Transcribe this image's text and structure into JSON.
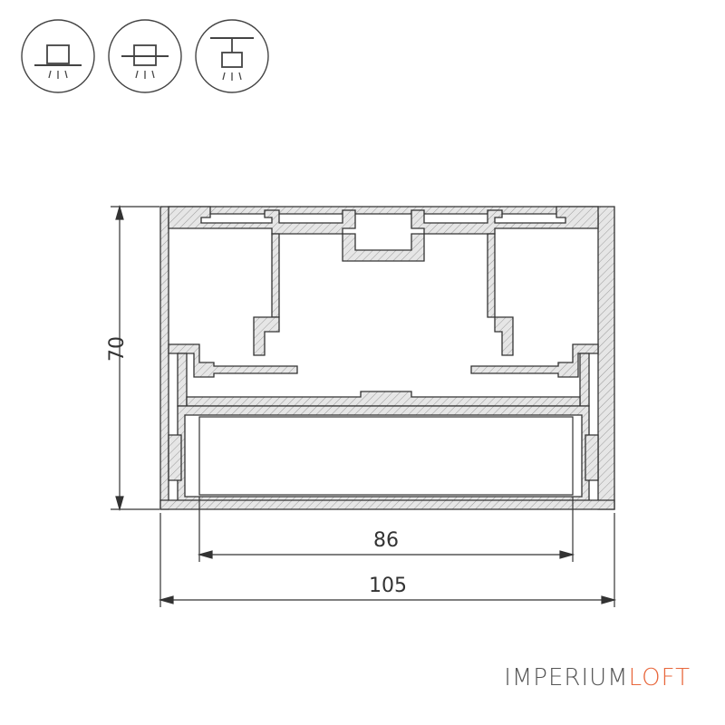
{
  "icons": [
    {
      "name": "surface-mount-icon"
    },
    {
      "name": "recessed-mount-icon"
    },
    {
      "name": "suspended-mount-icon"
    }
  ],
  "dimensions": {
    "height": "70",
    "inner_width": "86",
    "outer_width": "105"
  },
  "brand": {
    "part1": "IMPERIUM",
    "part2": "LOFT",
    "color_part2": "#e8673c"
  },
  "colors": {
    "line": "#333333",
    "profile_fill": "#d9d9d9"
  }
}
